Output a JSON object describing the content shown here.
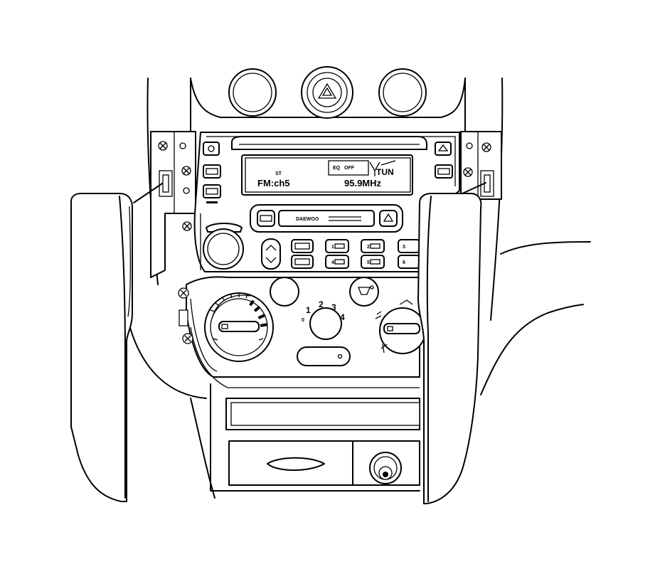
{
  "display": {
    "stereo_indicator": "ST",
    "band_channel": "FM:ch5",
    "frequency": "95.9MHz",
    "eq_label": "EQ",
    "eq_state": "OFF",
    "tuning_mode": "TUN"
  },
  "cassette": {
    "brand": "DAEWOO"
  },
  "fan_speed": {
    "labels": [
      "1",
      "2",
      "3",
      "4"
    ],
    "off_label": "0"
  },
  "preset_buttons": {
    "top_row": [
      "1",
      "2",
      "3"
    ],
    "bottom_row": [
      "4",
      "5",
      "6"
    ]
  }
}
